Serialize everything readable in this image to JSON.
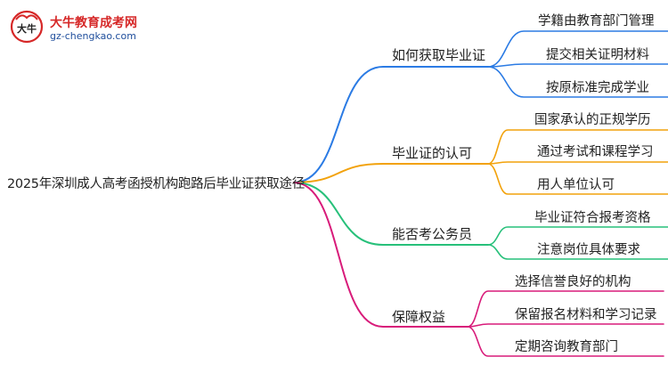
{
  "logo": {
    "mark_text": "大牛",
    "title": "大牛教育成考网",
    "url": "gz-chengkao.com"
  },
  "mindmap": {
    "root": "2025年深圳成人高考函授机构跑路后毕业证获取途径",
    "branches": [
      {
        "label": "如何获取毕业证",
        "color": "#2b7be4",
        "children": [
          "学籍由教育部门管理",
          "提交相关证明材料",
          "按原标准完成学业"
        ]
      },
      {
        "label": "毕业证的认可",
        "color": "#f2a20c",
        "children": [
          "国家承认的正规学历",
          "通过考试和课程学习",
          "用人单位认可"
        ]
      },
      {
        "label": "能否考公务员",
        "color": "#27c07a",
        "children": [
          "毕业证符合报考资格",
          "注意岗位具体要求"
        ]
      },
      {
        "label": "保障权益",
        "color": "#d81b7a",
        "children": [
          "选择信誉良好的机构",
          "保留报名材料和学习记录",
          "定期咨询教育部门"
        ]
      }
    ]
  }
}
